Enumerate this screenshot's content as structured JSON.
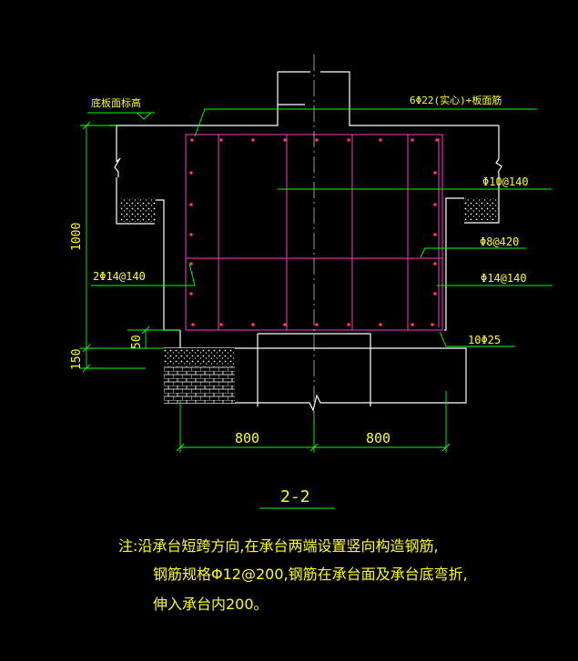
{
  "drawing": {
    "section_title": "2-2",
    "labels": {
      "slab_top": "底板面标高",
      "top_bars": "6Φ22(实心)+板面筋",
      "stirrup_main": "Φ10@140",
      "tie": "Φ8@420",
      "side_bars": "Φ14@140",
      "side_bars_left": "2Φ14@140",
      "bottom_bars": "10Φ25"
    },
    "dimensions": {
      "height_1000": "1000",
      "height_150": "150",
      "height_50": "50",
      "width_left": "800",
      "width_right": "800"
    },
    "note": {
      "line1": "注:沿承台短跨方向,在承台两端设置竖向构造钢筋,",
      "line2": "钢筋规格Φ12@200,钢筋在承台面及承台底弯折,",
      "line3": "伸入承台内200。"
    },
    "colors": {
      "background": "#000000",
      "outline": "#ffffff",
      "rebar": "#ff33cc",
      "dimension": "#00ff00",
      "text": "#ffff00",
      "bars": "#ff3366"
    }
  }
}
